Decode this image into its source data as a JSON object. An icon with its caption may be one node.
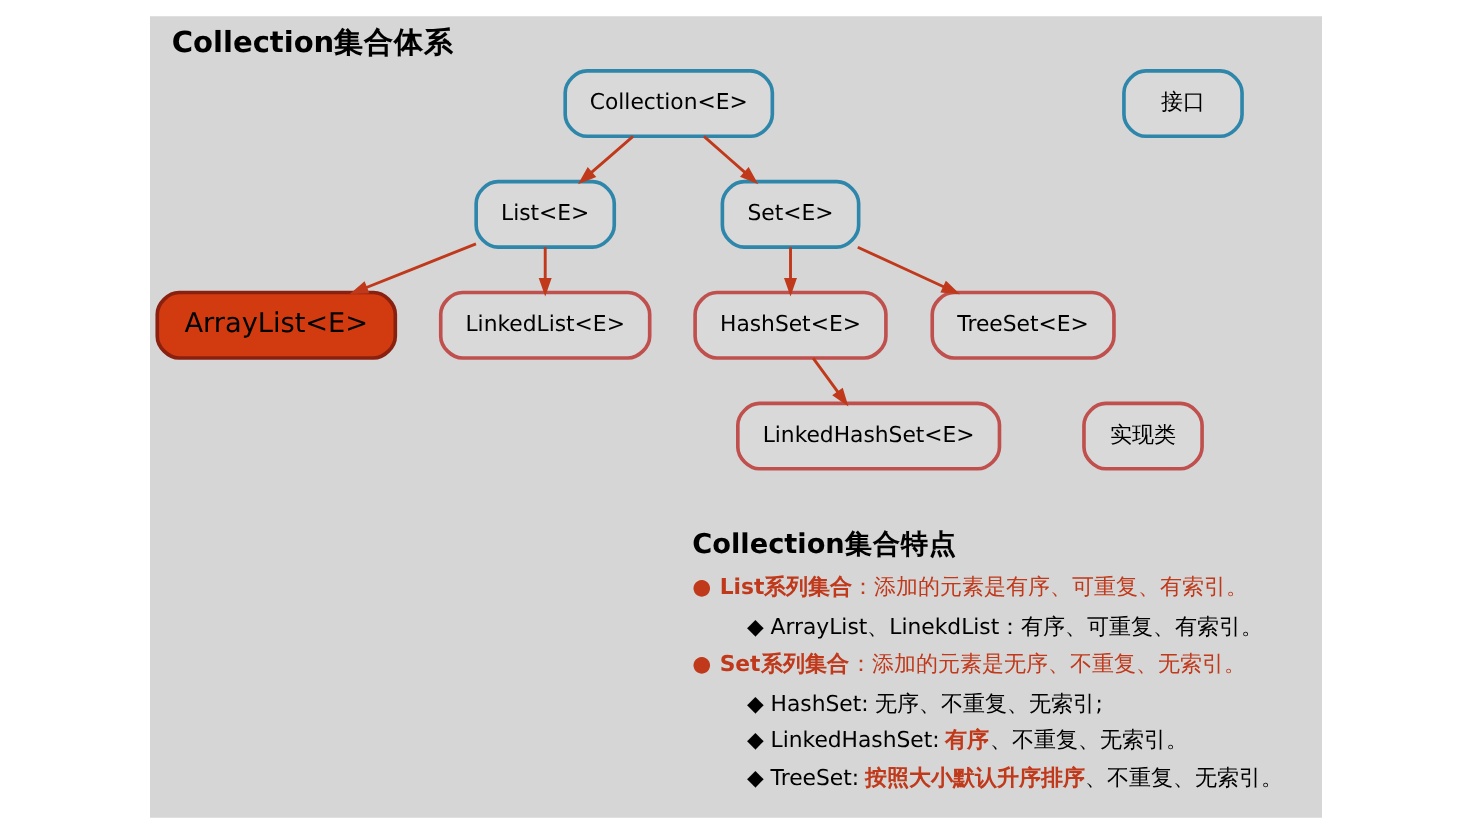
{
  "diagram": {
    "title": "Collection集合体系",
    "nodes": [
      {
        "text": [
          "Collection<E>"
        ]
      },
      {
        "text": [
          "List<E>"
        ]
      },
      {
        "text": [
          "Set<E>"
        ]
      },
      {
        "text": [
          "ArrayList<E>"
        ]
      },
      {
        "text": [
          "LinkedList<E>"
        ]
      },
      {
        "text": [
          "HashSet<E>"
        ]
      },
      {
        "text": [
          "TreeSet<E>"
        ]
      },
      {
        "text": [
          "LinkedHashSet<E>"
        ]
      }
    ],
    "edges": [
      {
        "from": 0,
        "to": 1,
        "arrow": "to"
      },
      {
        "from": 0,
        "to": 2,
        "arrow": "to"
      },
      {
        "from": 1,
        "to": 3,
        "arrow": "to"
      },
      {
        "from": 1,
        "to": 4,
        "arrow": "to"
      },
      {
        "from": 2,
        "to": 5,
        "arrow": "to"
      },
      {
        "from": 2,
        "to": 6,
        "arrow": "to"
      },
      {
        "from": 5,
        "to": 7,
        "arrow": "to"
      }
    ],
    "labels": [
      "Collection集合特点",
      "● **List系列集合**：添加的元素是有序、可重复、有索引。",
      "◆ ArrayList、LinekdList：有序、可重复、有索引。",
      "● **Set系列集合**：添加的元素是无序、不重复、无索引。",
      "◆ HashSet: 无序、不重复、无索引;",
      "◆ LinkedHashSet: **有序**、不重复、无索引。",
      "◆ TreeSet: **按照大小默认升序排序**、不重复、无索引。"
    ],
    "legend": [
      {
        "text": "接口",
        "color": "#2e86ab"
      },
      {
        "text": "实现类",
        "color": "#c0504d"
      }
    ]
  }
}
